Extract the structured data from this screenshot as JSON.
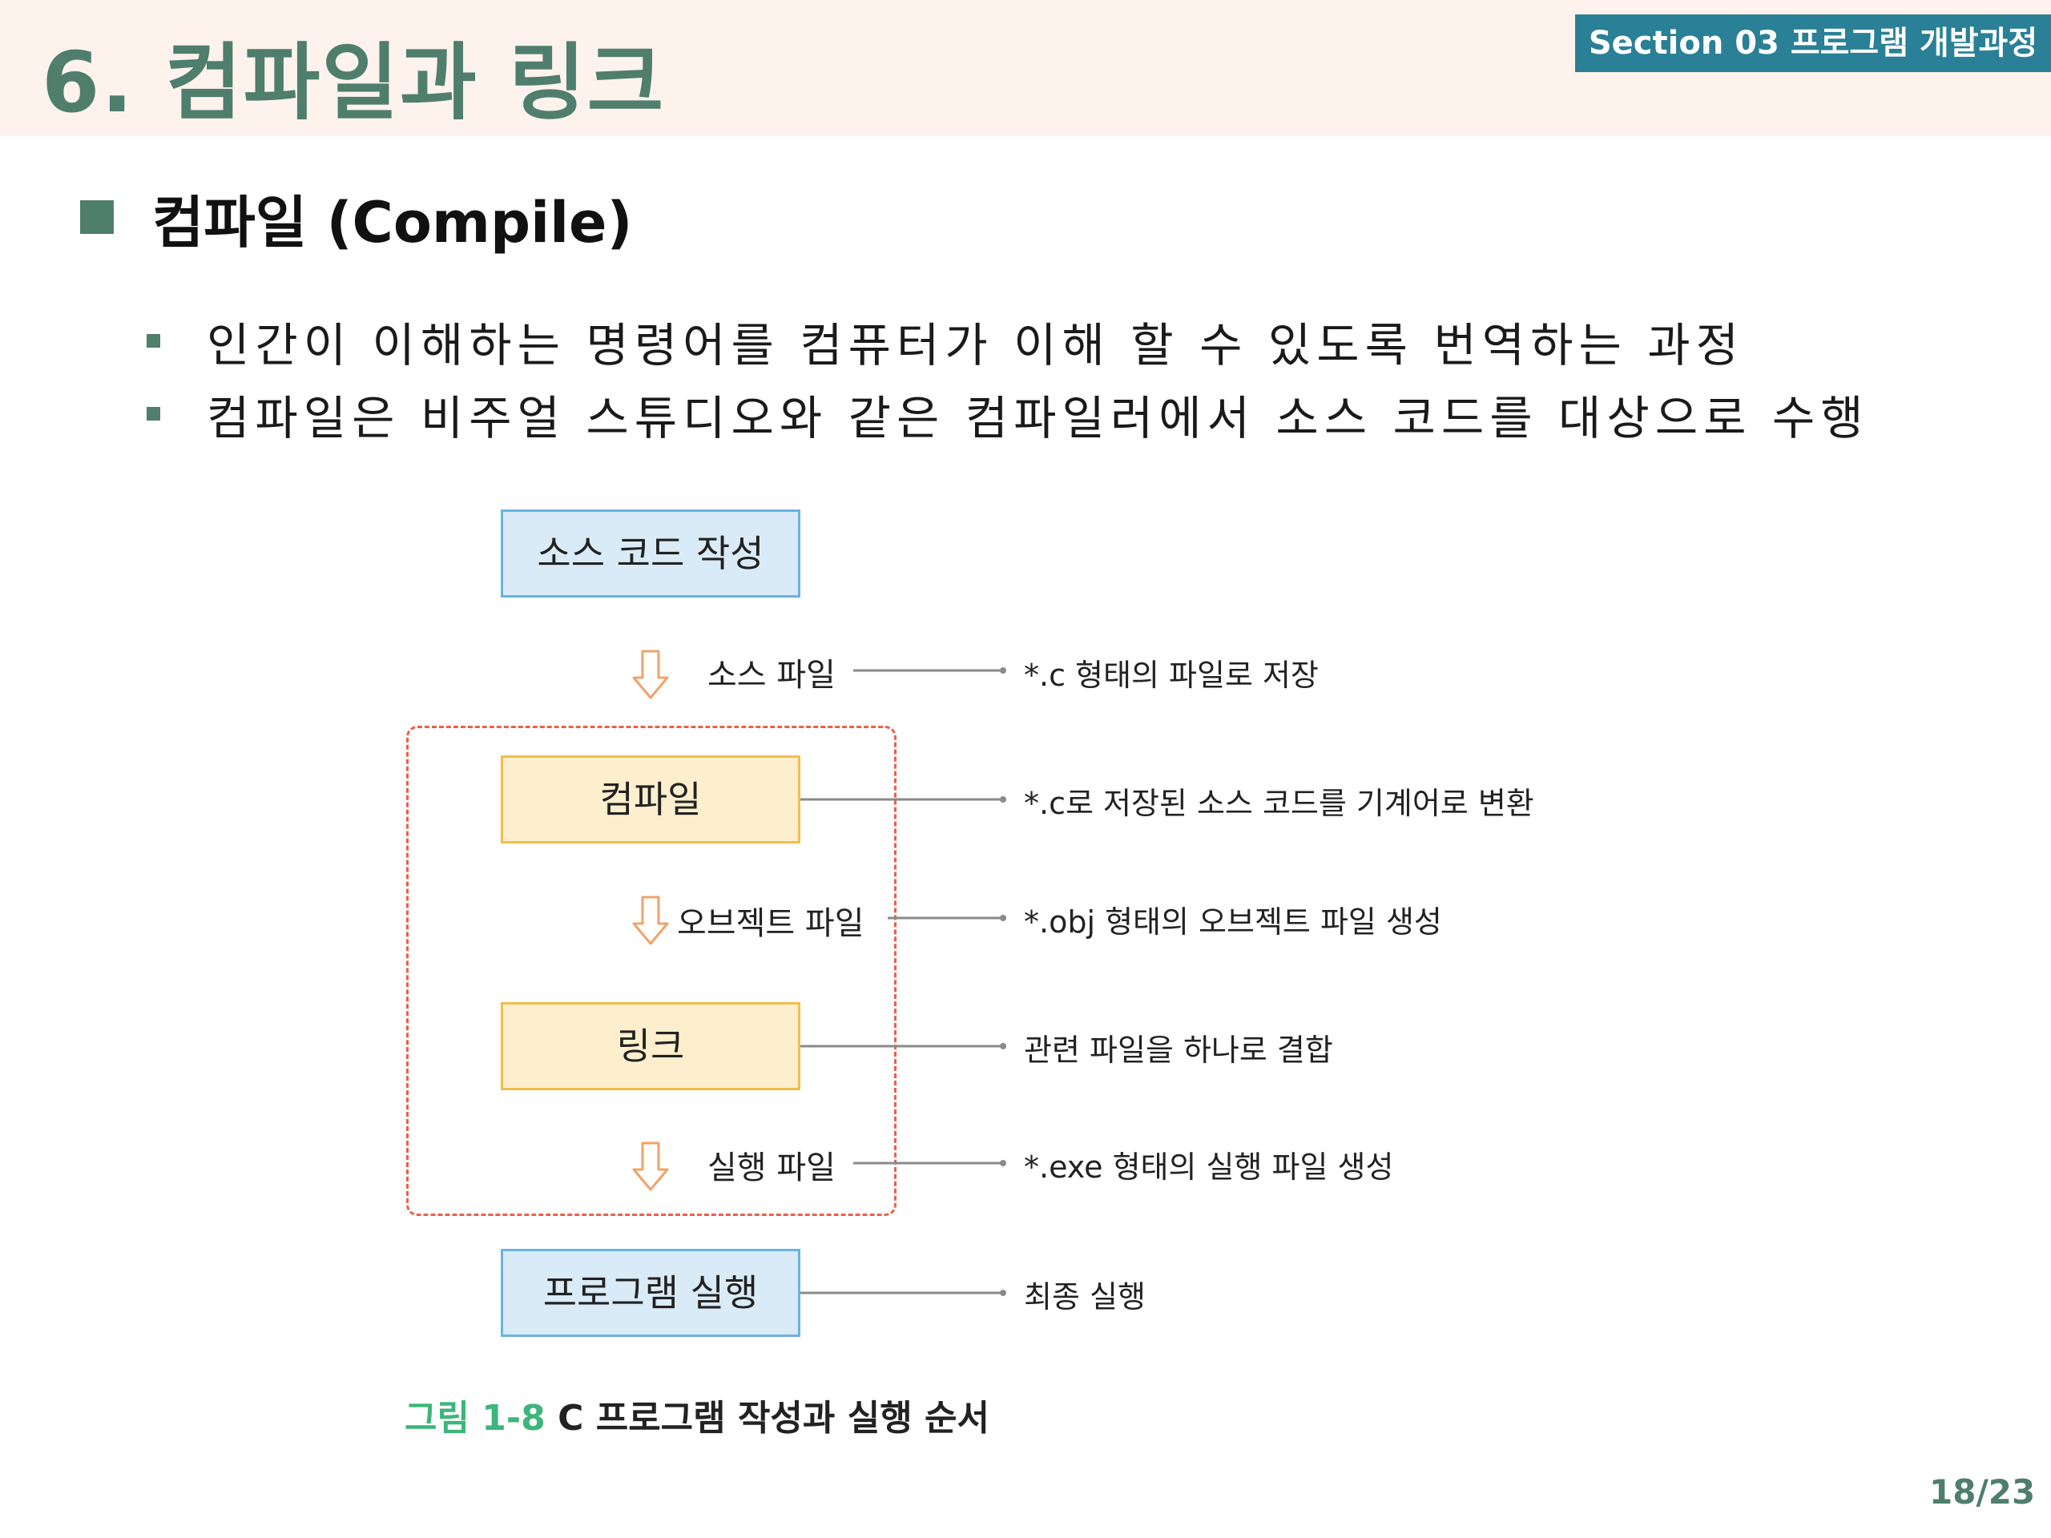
{
  "title": "6.  컴파일과 링크",
  "section_tag": "Section 03 프로그램 개발과정",
  "heading": "컴파일 (Compile)",
  "bullets": [
    "인간이 이해하는 명령어를 컴퓨터가 이해 할 수 있도록 번역하는 과정",
    "컴파일은 비주얼 스튜디오와 같은 컴파일러에서 소스 코드를 대상으로 수행"
  ],
  "diagram": {
    "boxes": [
      "소스 코드 작성",
      "컴파일",
      "링크",
      "프로그램 실행"
    ],
    "flow_labels": [
      "소스 파일",
      "오브젝트 파일",
      "실행 파일"
    ],
    "descriptions": [
      "*.c 형태의 파일로 저장",
      "*.c로 저장된 소스 코드를 기계어로 변환",
      "*.obj 형태의 오브젝트 파일 생성",
      "관련 파일을 하나로 결합",
      "*.exe 형태의 실행 파일 생성",
      "최종 실행"
    ],
    "colors": {
      "blue_fill": "#d9ebf6",
      "blue_border": "#6ab3e0",
      "yellow_fill": "#fdefcd",
      "yellow_border": "#f2bd4a",
      "dashed_frame": "#e8604c",
      "arrow": "#f0a36a"
    }
  },
  "caption": {
    "number": "그림 1-8",
    "text": "C 프로그램 작성과 실행 순서"
  },
  "page_number": "18/23"
}
